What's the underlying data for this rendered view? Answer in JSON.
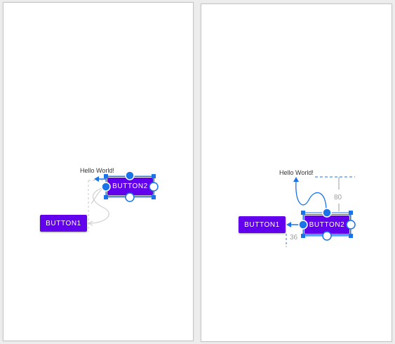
{
  "left_canvas": {
    "hello_text": "Hello World!",
    "button1_label": "BUTTON1",
    "button2_label": "BUTTON2"
  },
  "right_canvas": {
    "hello_text": "Hello World!",
    "button1_label": "BUTTON1",
    "button2_label": "BUTTON2",
    "top_margin": "80",
    "start_margin": "36"
  },
  "colors": {
    "button": "#6200ee",
    "selection": "#1a73e8",
    "ghost": "#d0d0d0"
  }
}
